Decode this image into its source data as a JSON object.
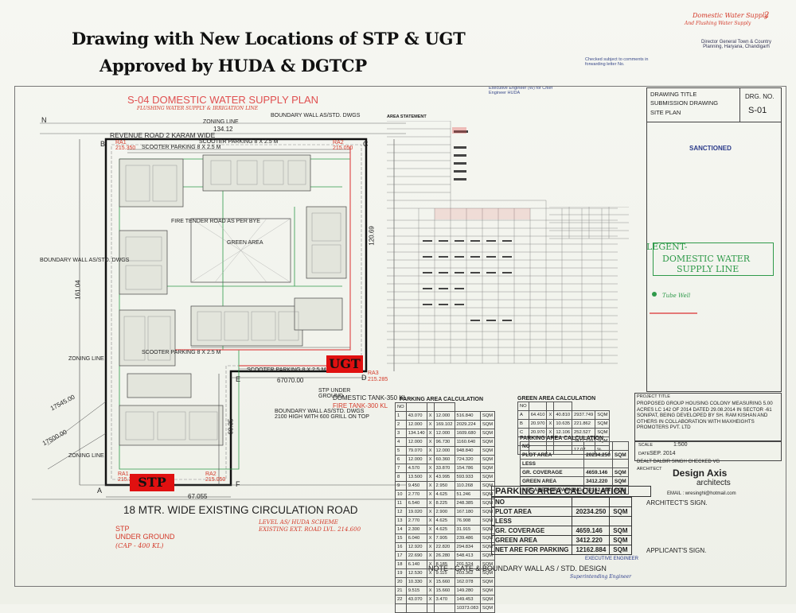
{
  "header": {
    "line1": "Drawing with New Locations of STP & UGT",
    "line2": "Approved by HUDA & DGTCP"
  },
  "plan": {
    "title": "S-04 DOMESTIC WATER SUPPLY PLAN",
    "subtitle": "FLUSHING WATER SUPPLY & IRRIGATION LINE",
    "north": "N",
    "road_top": "REVENUE ROAD 2 KARAM WIDE",
    "dim_top": "134.12",
    "boundary_top": "BOUNDARY WALL AS/STD. DWGS",
    "zoning_line": "ZONING LINE",
    "scooter": "SCOOTER PARKING 8 X 2.5 M",
    "fire_tender": "FIRE TENDER ROAD AS PER BYE",
    "green_area": "GREEN AREA",
    "boundary_left": "BOUNDARY WALL AS/STD. DWGS",
    "dim_left": "161.04",
    "dim_right": "120.69",
    "dim_mid": "67070.00",
    "dim_6035": "60.35",
    "dim_bottom": "67.055",
    "dim_17545": "17545.00",
    "dim_17500": "17500.00",
    "ra1": "RA1",
    "ra1_val": "215.350",
    "ra2": "RA2",
    "ra2_val": "215.050",
    "ra3": "RA3",
    "ra3_val": "215.285",
    "corner_b": "B",
    "corner_c": "C",
    "corner_d": "D",
    "corner_e": "E",
    "corner_a": "A",
    "corner_f": "F",
    "stp_ug": "STP UNDER GROUND",
    "domestic_tank": "DOMESTIC TANK-350 KL",
    "fire_tank": "FIRE TANK-300 KL",
    "boundary_note": "BOUNDARY WALL AS/STD. DWGS 2100 HIGH WITH 600 GRILL ON TOP",
    "road_bottom": "18 MTR. WIDE EXISTING CIRCULATION ROAD",
    "level_note": "LEVEL AS/ HUDA SCHEME",
    "ext_road": "EXISTING EXT. ROAD LVL. 214.600",
    "stp_bottom": "STP",
    "under_ground": "UNDER GROUND",
    "cap": "(CAP - 400 KL)",
    "ugt_tag": "UGT",
    "stp_tag": "STP",
    "note": "NOTE - GATE & BOUNDARY WALL AS / STD. DESIGN"
  },
  "stamps": {
    "dgtcp_top": "Domestic Water Supply",
    "dgtcp_sub": "And Flushing Water Supply",
    "dgtcp_num": "2",
    "director": "Director General Town & Country Planning, Haryana, Chandigarh",
    "checked": "Checked subject to comments in forwarding letter No.",
    "exec_eng": "Executive Engineer (W) for Chief Engineer HUDA",
    "sanctioned": "SANCTIONED",
    "supdt": "Superintending Engineer",
    "exec_bottom": "EXECUTIVE ENGINEER"
  },
  "title_block": {
    "drawing_title": "DRAWING TITLE",
    "submission": "SUBMISSION DRAWING",
    "site_plan": "SITE PLAN",
    "drg_no_label": "DRG. NO.",
    "drg_no": "S-01",
    "project_title": "PROJECT TITLE",
    "project": "PROPOSED GROUP HOUSING COLONY MEASURING 5.00 ACRES LC 142 OF 2014 DATED 29.08.2014 IN SECTOR -61 SONIPAT, BEING DEVELOPED BY SH. RAM KISHAN AND OTHERS IN COLLABORATION WITH MAXHEIGHTS PROMOTERS PVT. LTD",
    "scale_label": "SCALE",
    "scale": "1:500",
    "date_label": "DATE",
    "date": "SEP. 2014",
    "dealt_label": "DEALT",
    "dealt": "DALBIR SINGH",
    "checked_label": "CHECKED",
    "checked": "VG",
    "architect_label": "ARCHITECT",
    "architect": "Design Axis",
    "architects": "architects",
    "email": "EMAIL : wresinghl@hotmail.com",
    "architect_sign": "ARCHITECT'S SIGN.",
    "applicant_sign": "APPLICANT'S SIGN."
  },
  "legend": {
    "title": "LEGENT-",
    "item1": "DOMESTIC WATER",
    "item2": "SUPPLY LINE",
    "tube_well": "Tube Well"
  },
  "area_stmt_title": "AREA STATEMENT",
  "parking_small": {
    "title": "PARKING AREA CALCULATION",
    "rows": [
      [
        "NO",
        "",
        "",
        ""
      ],
      [
        "1",
        "43.070",
        "X",
        "12.000",
        "516.840",
        "SQM"
      ],
      [
        "2",
        "12.000",
        "X",
        "169.102",
        "2029.224",
        "SQM"
      ],
      [
        "3",
        "134.140",
        "X",
        "12.000",
        "1609.680",
        "SQM"
      ],
      [
        "4",
        "12.000",
        "X",
        "96.730",
        "1160.640",
        "SQM"
      ],
      [
        "5",
        "79.070",
        "X",
        "12.000",
        "948.840",
        "SQM"
      ],
      [
        "6",
        "12.000",
        "X",
        "60.360",
        "724.320",
        "SQM"
      ],
      [
        "7",
        "4.570",
        "X",
        "33.870",
        "154.786",
        "SQM"
      ],
      [
        "8",
        "13.500",
        "X",
        "43.995",
        "593.933",
        "SQM"
      ],
      [
        "9",
        "9.450",
        "X",
        "2.950",
        "110.268",
        "SQM"
      ],
      [
        "10",
        "2.770",
        "X",
        "4.625",
        "51.246",
        "SQM"
      ],
      [
        "11",
        "6.540",
        "X",
        "8.225",
        "248.385",
        "SQM"
      ],
      [
        "12",
        "19.020",
        "X",
        "2.900",
        "167.180",
        "SQM"
      ],
      [
        "13",
        "2.770",
        "X",
        "4.625",
        "76.908",
        "SQM"
      ],
      [
        "14",
        "2.300",
        "X",
        "4.625",
        "31.915",
        "SQM"
      ],
      [
        "15",
        "6.040",
        "X",
        "7.905",
        "239.486",
        "SQM"
      ],
      [
        "16",
        "12.920",
        "X",
        "22.820",
        "294.834",
        "SQM"
      ],
      [
        "17",
        "22.690",
        "X",
        "26.280",
        "548.413",
        "SQM"
      ],
      [
        "18",
        "6.140",
        "X",
        "8.185",
        "201.524",
        "SQM"
      ],
      [
        "19",
        "12.530",
        "X",
        "9.115",
        "203.362",
        "SQM"
      ],
      [
        "20",
        "10.330",
        "X",
        "15.660",
        "162.078",
        "SQM"
      ],
      [
        "21",
        "9.515",
        "X",
        "15.660",
        "149.280",
        "SQM"
      ],
      [
        "22",
        "43.070",
        "X",
        "3.470",
        "149.453",
        "SQM"
      ],
      [
        "",
        "",
        "",
        "",
        "10373.083",
        "SQM"
      ]
    ]
  },
  "green_calc": {
    "title": "GREEN AREA CALCULATION",
    "rows": [
      [
        "NO",
        "",
        "",
        ""
      ],
      [
        "A",
        "64.410",
        "X",
        "40.810",
        "2937.749",
        "SQM"
      ],
      [
        "B",
        "20.970",
        "X",
        "10.635",
        "221.862",
        "SQM"
      ],
      [
        "C",
        "20.970",
        "X",
        "12.106",
        "252.527",
        "SQM"
      ],
      [
        "",
        "",
        "",
        "",
        "3412.220",
        "SQM"
      ],
      [
        "",
        "",
        "",
        "",
        "17.07",
        "%"
      ]
    ]
  },
  "parking_mid": {
    "title": "PARKING AREA CALCULATION",
    "rows": [
      [
        "NO",
        "",
        ""
      ],
      [
        "PLOT AREA",
        "20234.250",
        "SQM"
      ],
      [
        "LESS",
        "",
        ""
      ],
      [
        "GR. COVERAGE",
        "4659.146",
        "SQM"
      ],
      [
        "GREEN AREA",
        "3412.220",
        "SQM"
      ],
      [
        "NET ARE FOR PARKING",
        "12162.884",
        "SQM"
      ]
    ]
  },
  "parking_big": {
    "title": "PARKING AREA CALCULATION",
    "rows": [
      [
        "NO",
        "",
        ""
      ],
      [
        "PLOT AREA",
        "20234.250",
        "SQM"
      ],
      [
        "LESS",
        "",
        ""
      ],
      [
        "GR. COVERAGE",
        "4659.146",
        "SQM"
      ],
      [
        "GREEN AREA",
        "3412.220",
        "SQM"
      ],
      [
        "NET ARE FOR PARKING",
        "12162.884",
        "SQM"
      ]
    ]
  },
  "colors": {
    "red_line": "#e05050",
    "green_line": "#2f9a4a",
    "tag_red": "#e01010",
    "text": "#222222"
  }
}
